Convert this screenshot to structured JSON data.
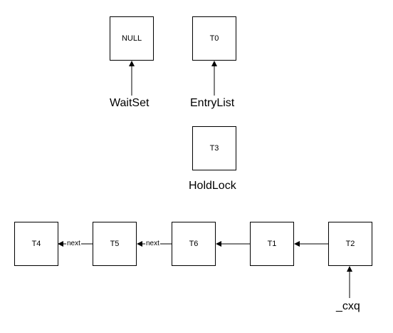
{
  "nodes": {
    "null_box": "NULL",
    "t0": "T0",
    "t3": "T3",
    "t4": "T4",
    "t5": "T5",
    "t6": "T6",
    "t1": "T1",
    "t2": "T2"
  },
  "labels": {
    "waitset": "WaitSet",
    "entrylist": "EntryList",
    "holdlock": "HoldLock",
    "cxq": "_cxq"
  },
  "edge_labels": {
    "t5_to_t4": "next",
    "t6_to_t5": "next"
  }
}
